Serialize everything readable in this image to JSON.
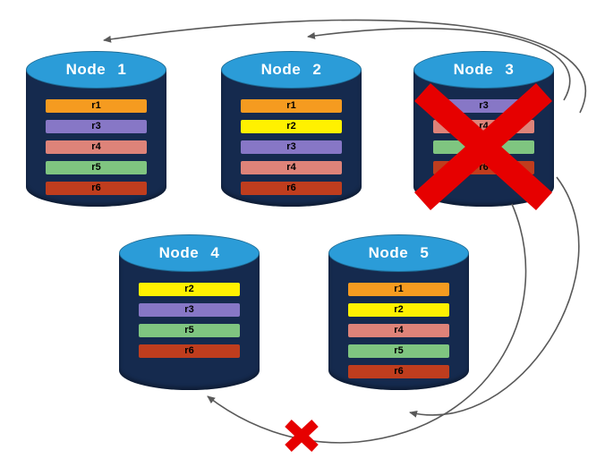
{
  "diagram": {
    "colors": {
      "arrow": "#595959",
      "failure_x": "#E60000",
      "cylinder_body": "#152A4E",
      "cylinder_top": "#2B9CD8",
      "node_title": "#FFFFFF",
      "bar_text": "#000000"
    },
    "nodes": [
      {
        "id": "node-1",
        "title": "Node 1",
        "failed": false,
        "replicas": [
          {
            "label": "r1",
            "color": "#F59B20"
          },
          {
            "label": "r3",
            "color": "#8777C6"
          },
          {
            "label": "r4",
            "color": "#DE8379"
          },
          {
            "label": "r5",
            "color": "#7FC580"
          },
          {
            "label": "r6",
            "color": "#BF3D1E"
          }
        ]
      },
      {
        "id": "node-2",
        "title": "Node 2",
        "failed": false,
        "replicas": [
          {
            "label": "r1",
            "color": "#F59B20"
          },
          {
            "label": "r2",
            "color": "#FFF100"
          },
          {
            "label": "r3",
            "color": "#8777C6"
          },
          {
            "label": "r4",
            "color": "#DE8379"
          },
          {
            "label": "r6",
            "color": "#BF3D1E"
          }
        ]
      },
      {
        "id": "node-3",
        "title": "Node 3",
        "failed": true,
        "replicas": [
          {
            "label": "r3",
            "color": "#8777C6"
          },
          {
            "label": "r4",
            "color": "#DE8379"
          },
          {
            "label": "r5",
            "color": "#7FC580"
          },
          {
            "label": "r6",
            "color": "#BF3D1E"
          }
        ]
      },
      {
        "id": "node-4",
        "title": "Node 4",
        "failed": false,
        "replicas": [
          {
            "label": "r2",
            "color": "#FFF100"
          },
          {
            "label": "r3",
            "color": "#8777C6"
          },
          {
            "label": "r5",
            "color": "#7FC580"
          },
          {
            "label": "r6",
            "color": "#BF3D1E"
          }
        ]
      },
      {
        "id": "node-5",
        "title": "Node 5",
        "failed": false,
        "replicas": [
          {
            "label": "r1",
            "color": "#F59B20"
          },
          {
            "label": "r2",
            "color": "#FFF100"
          },
          {
            "label": "r4",
            "color": "#DE8379"
          },
          {
            "label": "r5",
            "color": "#7FC580"
          },
          {
            "label": "r6",
            "color": "#BF3D1E"
          }
        ]
      }
    ],
    "edges": [
      {
        "from": "Node 3",
        "to": "Node 1",
        "status": "ok"
      },
      {
        "from": "Node 3",
        "to": "Node 2",
        "status": "ok"
      },
      {
        "from": "Node 3",
        "to": "Node 5",
        "status": "ok"
      },
      {
        "from": "Node 3",
        "to": "Node 4",
        "status": "failed"
      }
    ]
  }
}
